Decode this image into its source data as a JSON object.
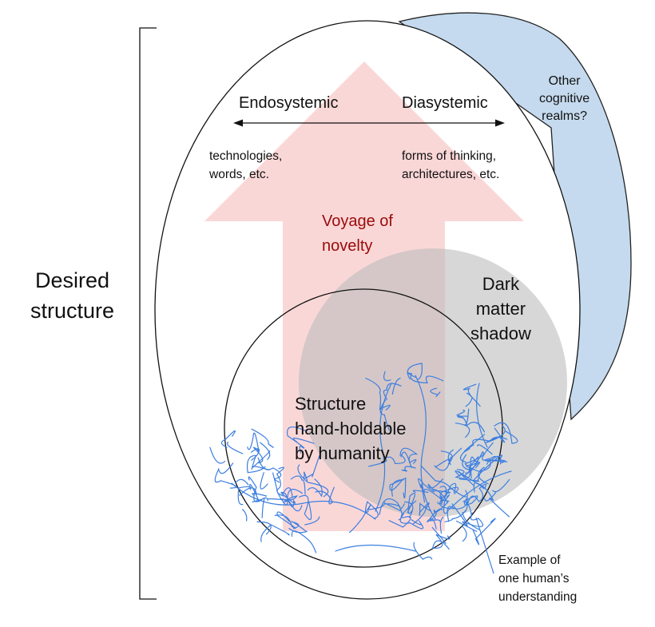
{
  "labels": {
    "desired_line1": "Desired",
    "desired_line2": "structure",
    "endosystemic": "Endosystemic",
    "diasystemic": "Diasystemic",
    "tech_line1": "technologies,",
    "tech_line2": "words, etc.",
    "forms_line1": "forms of thinking,",
    "forms_line2": "architectures, etc.",
    "voyage_line1": "Voyage of",
    "voyage_line2": "novelty",
    "other_line1": "Other",
    "other_line2": "cognitive",
    "other_line3": "realms?",
    "dark_line1": "Dark",
    "dark_line2": "matter",
    "dark_line3": "shadow",
    "struct_line1": "Structure",
    "struct_line2": "hand-holdable",
    "struct_line3": "by humanity",
    "example_line1": "Example of",
    "example_line2": "one human’s",
    "example_line3": "understanding"
  },
  "colors": {
    "outline": "#111111",
    "blue_region": "#c5daee",
    "blue_region_stroke": "#222222",
    "arrow_fill": "#fad3d3",
    "dark_matter_fill": "#bfbfbf",
    "voyage_text": "#9b0a0a",
    "scribble": "#3d7fe0"
  }
}
